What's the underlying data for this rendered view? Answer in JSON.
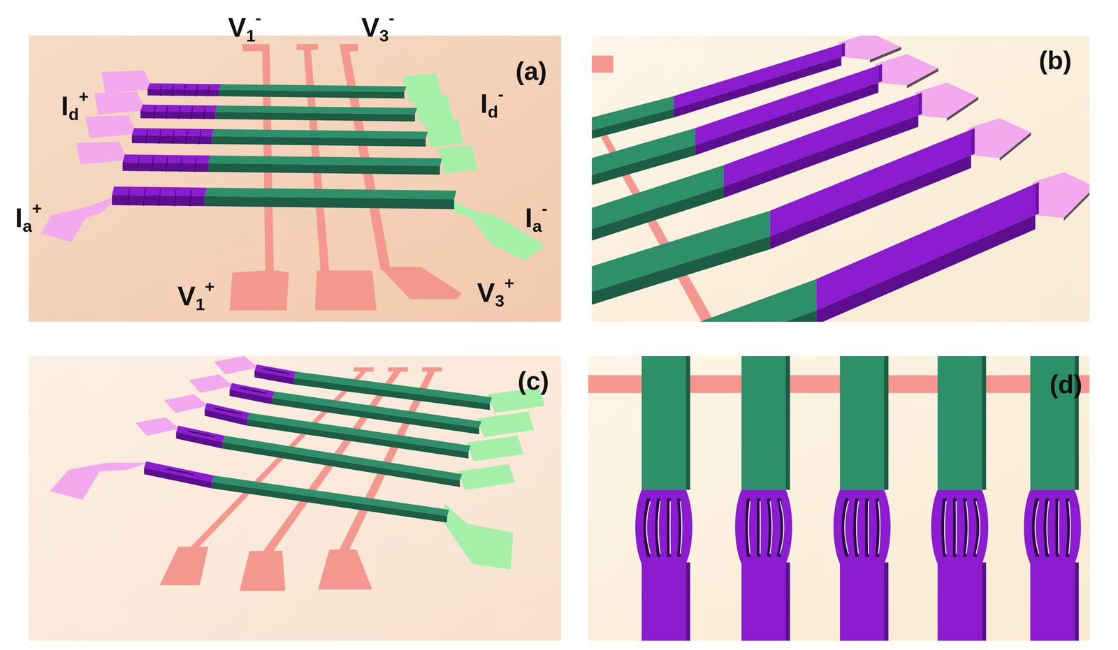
{
  "diagram": {
    "labels": [
      "V1-",
      "V3-",
      "(a)",
      "(b)",
      "Id+",
      "Id-",
      "Ia+",
      "Ia-",
      "V1+",
      "V3+",
      "(c)",
      "(d)"
    ]
  }
}
